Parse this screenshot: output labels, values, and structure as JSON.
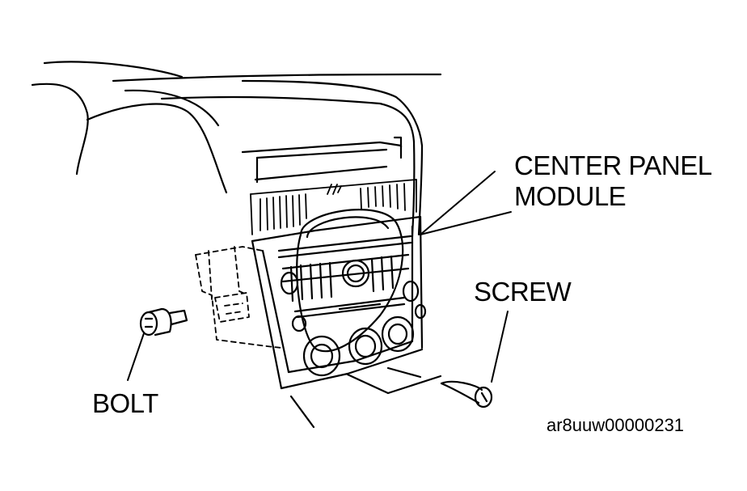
{
  "labels": {
    "center_panel_line1": "CENTER PANEL",
    "center_panel_line2": "MODULE",
    "screw": "SCREW",
    "bolt": "BOLT",
    "figure_id": "ar8uuw00000231"
  },
  "colors": {
    "ink": "#000000",
    "paper": "#ffffff"
  }
}
